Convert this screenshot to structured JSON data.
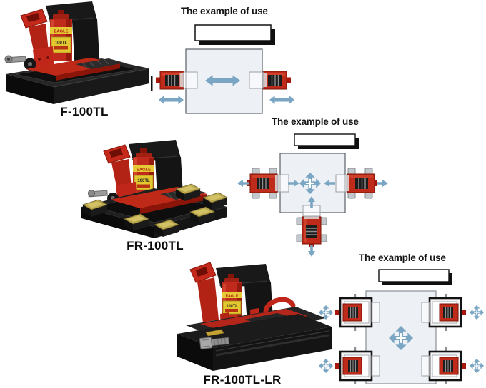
{
  "page_background": "#ffffff",
  "colors": {
    "arrow_blue": "#7AA5C3",
    "load_fill": "#EDF1F6",
    "load_border": "#5B6167",
    "jack_red": "#BF2B1B",
    "jack_red_dark": "#7C1105",
    "machine_black": "#1A1A1A",
    "label_yellow": "#E2C730",
    "pad_olive": "#BBA84E",
    "beam_shadow": "#101010"
  },
  "products": [
    {
      "name": "F-100TL",
      "cylinder_badge": "EAGLE",
      "cylinder_label": "100TL"
    },
    {
      "name": "FR-100TL",
      "cylinder_badge": "EAGLE",
      "cylinder_label": "100TL"
    },
    {
      "name": "FR-100TL-LR",
      "cylinder_badge": "EAGLE",
      "cylinder_label": "100TL"
    }
  ],
  "examples": [
    {
      "title": "The example of use",
      "movement_icons": [
        "double-arrow-horizontal"
      ]
    },
    {
      "title": "The example of use",
      "movement_icons": [
        "four-way-arrow",
        "single-arrow"
      ]
    },
    {
      "title": "The example of use",
      "movement_icons": [
        "four-way-arrow"
      ]
    }
  ]
}
